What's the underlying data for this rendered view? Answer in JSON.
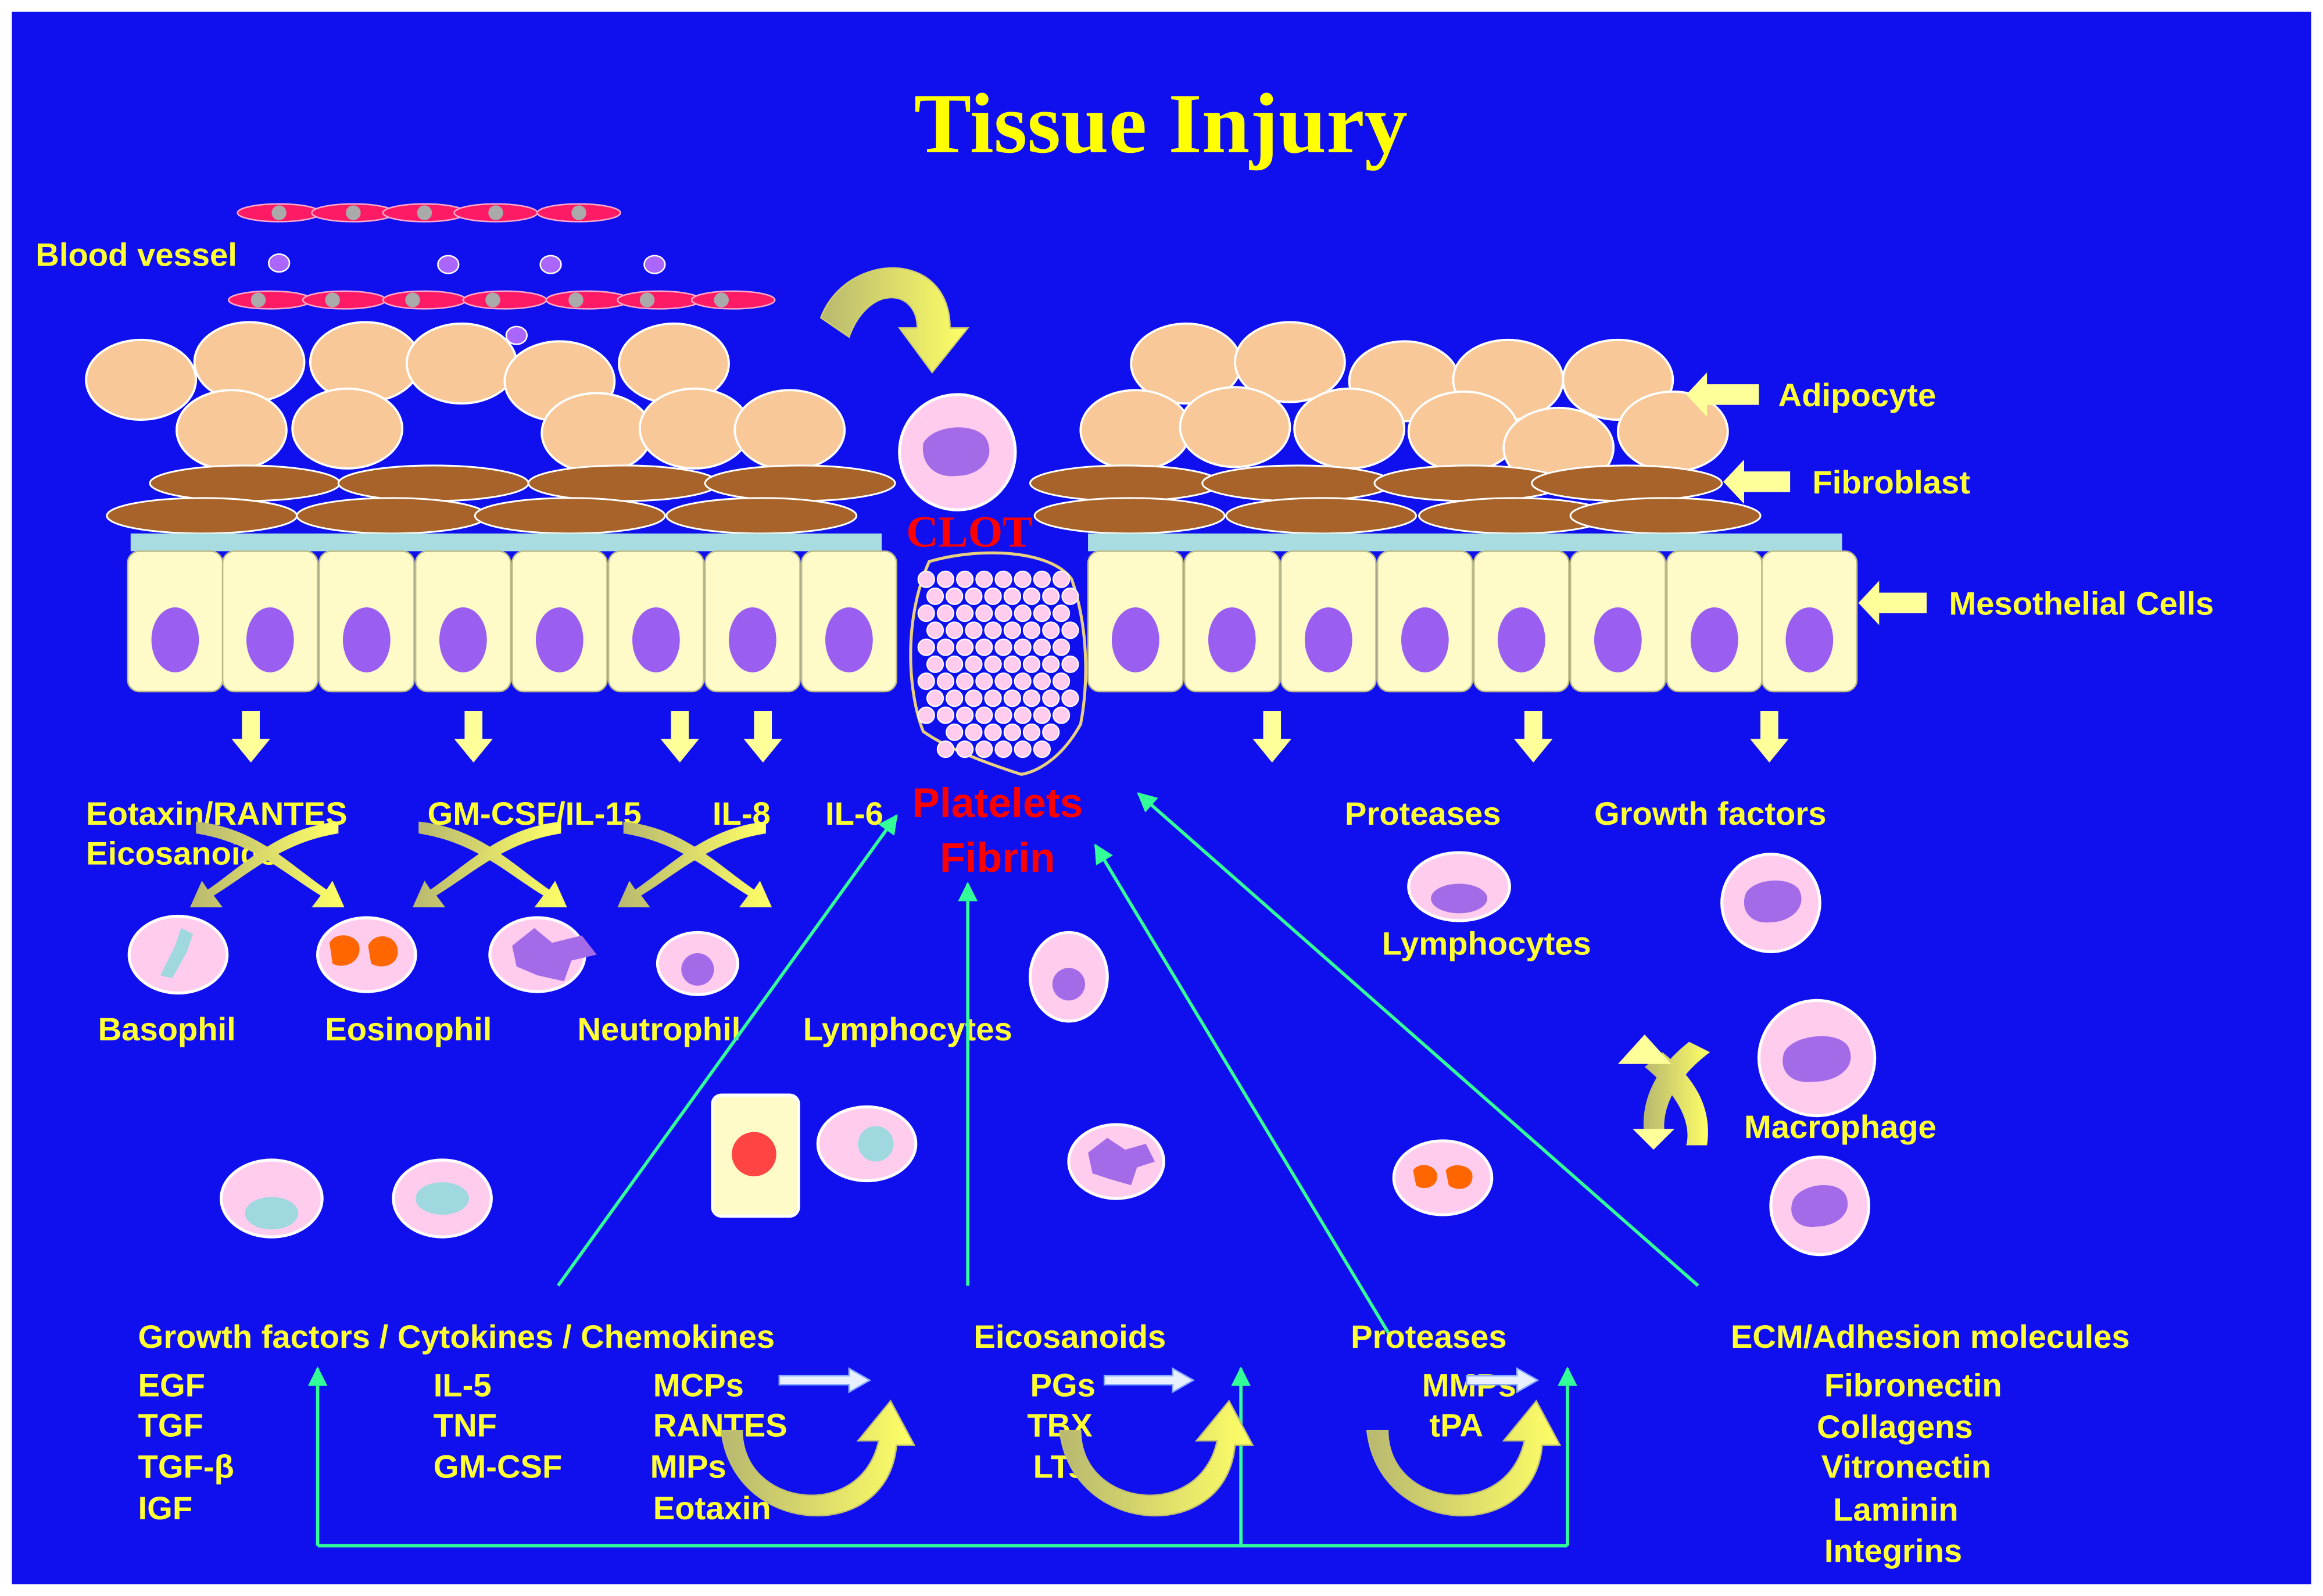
{
  "title": "Tissue Injury",
  "labels": {
    "blood_vessel": "Blood vessel",
    "adipocyte": "Adipocyte",
    "fibroblast": "Fibroblast",
    "mesothelial": "Mesothelial Cells",
    "clot": "CLOT",
    "platelets": "Platelets",
    "fibrin": "Fibrin",
    "eotaxin_rantes": "Eotaxin/RANTES",
    "eicosanoids_left": "Eicosanoids",
    "gmcsf_il15": "GM-CSF/IL-15",
    "il8": "IL-8",
    "il6": "IL-6",
    "proteases_top": "Proteases",
    "growth_factors_top": "Growth factors",
    "lymphocytes_right": "Lymphocytes",
    "basophil": "Basophil",
    "eosinophil": "Eosinophil",
    "neutrophil": "Neutrophil",
    "lymphocytes_mid": "Lymphocytes",
    "macrophage": "Macrophage"
  },
  "bottom": {
    "gf_header": "Growth factors / Cytokines / Chemokines",
    "col1": [
      "EGF",
      "TGF",
      "TGF-β",
      "IGF"
    ],
    "col2": [
      "IL-5",
      "TNF",
      "GM-CSF"
    ],
    "col3": [
      "MCPs",
      "RANTES",
      "MIPs",
      "Eotaxin"
    ],
    "eicosanoids_header": "Eicosanoids",
    "eicosanoids": [
      "PGs",
      "TBX",
      "LTs"
    ],
    "proteases_header": "Proteases",
    "proteases": [
      "MMPs",
      "tPA"
    ],
    "ecm_header": "ECM/Adhesion molecules",
    "ecm": [
      "Fibronectin",
      "Collagens",
      "Vitronectin",
      "Laminin",
      "Integrins"
    ]
  },
  "colors": {
    "background": "#1010ee",
    "text": "#ffff33",
    "clot_text": "#ff0000",
    "adipocyte": "#f8c898",
    "fibroblast": "#a8632a",
    "mesothelial": "#fffbc8",
    "nucleus": "#9a5ff0",
    "arrow": "#ffff99",
    "connector": "#33ff99"
  }
}
